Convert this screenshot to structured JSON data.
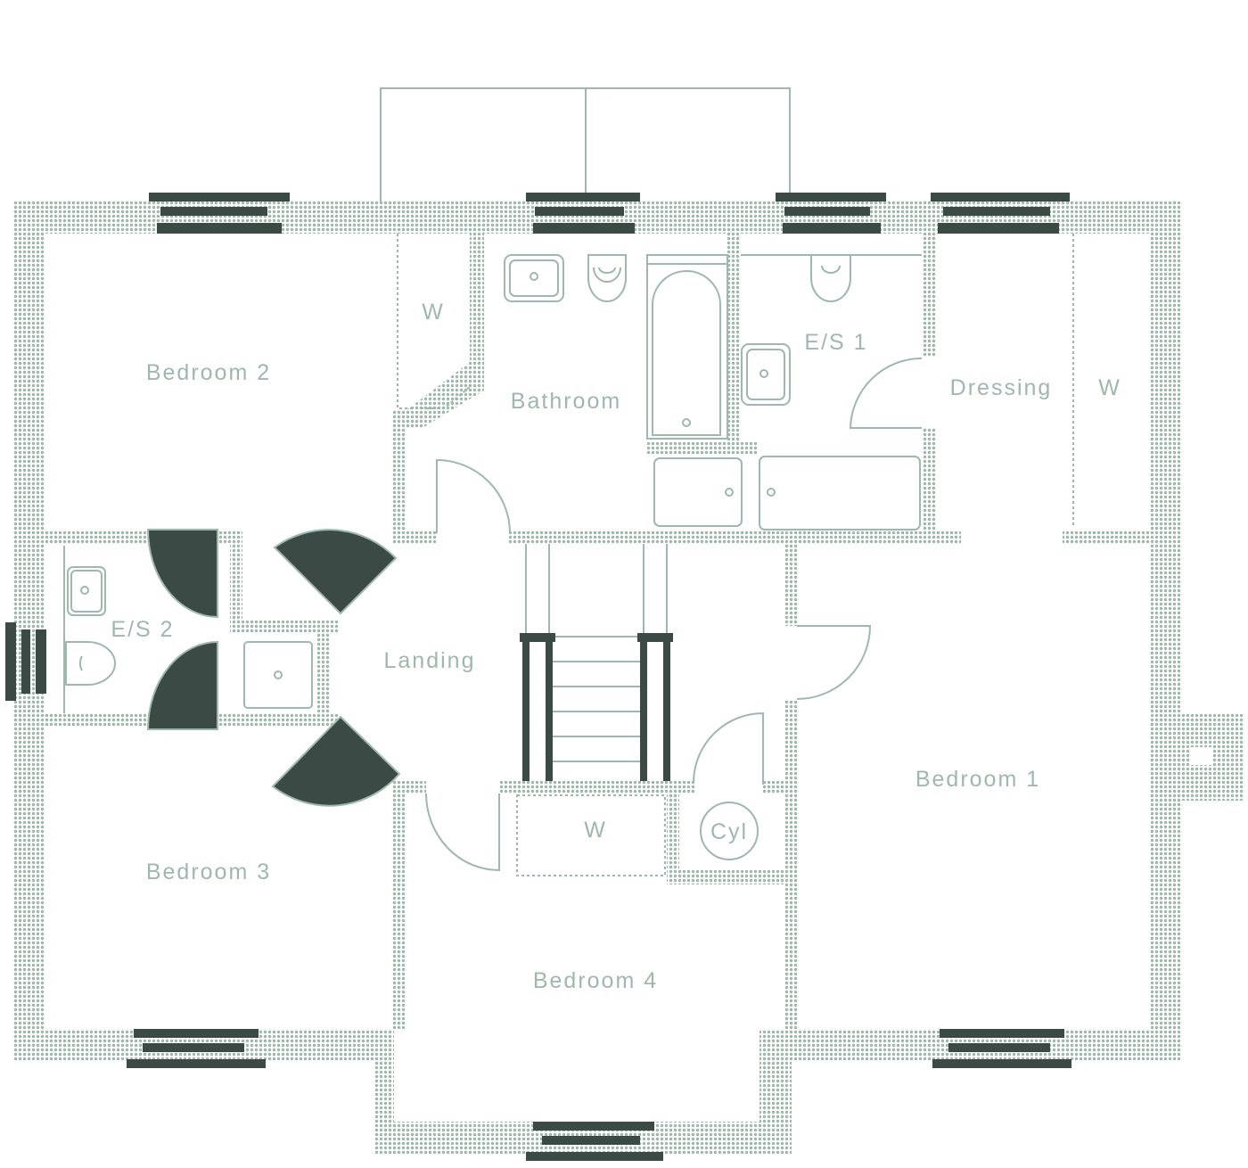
{
  "rooms": {
    "bedroom1": "Bedroom 1",
    "bedroom2": "Bedroom 2",
    "bedroom3": "Bedroom 3",
    "bedroom4": "Bedroom 4",
    "bathroom": "Bathroom",
    "es1": "E/S 1",
    "es2": "E/S 2",
    "dressing": "Dressing",
    "landing": "Landing",
    "wardrobe_top": "W",
    "wardrobe_right": "W",
    "wardrobe_landing": "W",
    "cylinder": "Cyl"
  },
  "colors": {
    "wall_pattern": "#9fb8ac",
    "dark_fill": "#3b4a44",
    "line": "#9fb8ac",
    "background": "#ffffff"
  }
}
